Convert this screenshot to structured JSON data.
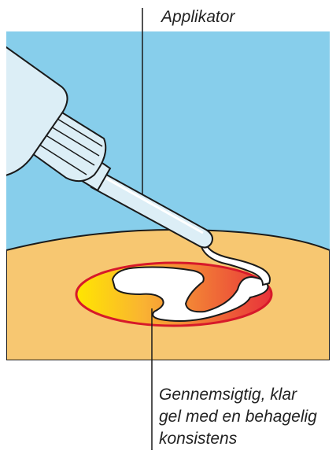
{
  "labels": {
    "applicator": "Applikator",
    "gel_line1": "Gennemsigtig, klar",
    "gel_line2": "gel med en behagelig",
    "gel_line3": "konsistens"
  },
  "colors": {
    "sky": "#87CEEB",
    "skin": "#F7C771",
    "tube": "#DCEEF6",
    "outline": "#1a1a1a",
    "gel": "#FFFFFF",
    "irritation_ring": "#D7192A",
    "irritation_gradient_start": "#FFE600",
    "irritation_gradient_end": "#E8323A"
  },
  "icons": {
    "tube": "tube-icon",
    "applicator_nozzle": "nozzle-icon",
    "gel": "gel-blob-icon"
  }
}
